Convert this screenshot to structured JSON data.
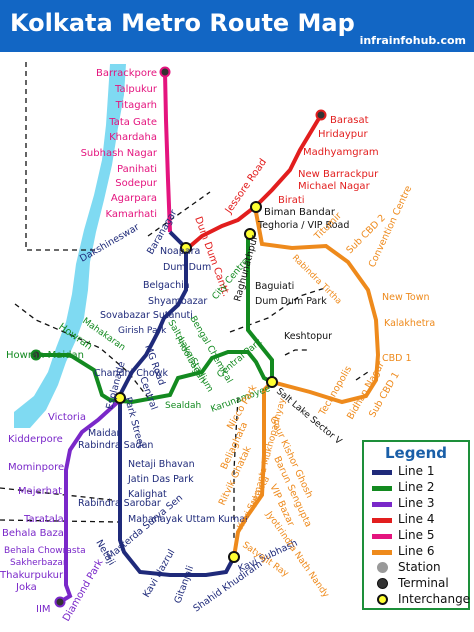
{
  "header": {
    "title": "Kolkata Metro Route Map",
    "site": "infrainfohub.com",
    "background": "#1266c4"
  },
  "colors": {
    "line1": "#1f2a7a",
    "line2": "#138a20",
    "line3": "#7a28c9",
    "line4": "#e21e1e",
    "line5": "#e4147e",
    "line6": "#ee8a1c",
    "river": "#7fdaf2"
  },
  "legend": {
    "title": "Legend",
    "items": [
      {
        "kind": "line",
        "label": "Line 1",
        "color": "#1f2a7a"
      },
      {
        "kind": "line",
        "label": "Line 2",
        "color": "#138a20"
      },
      {
        "kind": "line",
        "label": "Line 3",
        "color": "#7a28c9"
      },
      {
        "kind": "line",
        "label": "Line 4",
        "color": "#e21e1e"
      },
      {
        "kind": "line",
        "label": "Line 5",
        "color": "#e4147e"
      },
      {
        "kind": "line",
        "label": "Line 6",
        "color": "#ee8a1c"
      },
      {
        "kind": "station",
        "label": "Station"
      },
      {
        "kind": "terminal",
        "label": "Terminal"
      },
      {
        "kind": "interchange",
        "label": "Interchange"
      }
    ]
  },
  "stations": {
    "line5": [
      "Barrackpore",
      "Talpukur",
      "Titagarh",
      "Tata Gate",
      "Khardaha",
      "Subhash Nagar",
      "Panihati",
      "Sodepur",
      "Agarpara",
      "Kamarhati"
    ],
    "line4": [
      "Barasat",
      "Hridaypur",
      "Madhyamgram",
      "New Barrackpur",
      "Michael Nagar",
      "Birati",
      "Biman Bandar",
      "Jessore Road",
      "Dum Dum Cantt."
    ],
    "line1": [
      "Dakshineswar",
      "Baranagar",
      "Noapara",
      "Dum Dum",
      "Belgachia",
      "Shyambazar",
      "Sovabazar Sutanuti",
      "Girish Park",
      "MG Road",
      "Central",
      "Chandni Chowk",
      "Esplanade",
      "Park Street",
      "Maidan",
      "Rabindra Sadan",
      "Netaji Bhavan",
      "Jatin Das Park",
      "Kalighat",
      "Rabindra Sarobar",
      "Mahanayak Uttam Kumar",
      "Netaji",
      "Masterda Surya Sen",
      "Kavi Nazrul",
      "Gitanjali",
      "Shahid Khudiram",
      "Kavi Subhash"
    ],
    "line2": [
      "Howrah Maidan",
      "Howrah",
      "Mahakaran",
      "Sealdah",
      "Phoolbagan",
      "Salt Lake Stadium",
      "Bengal Chemical",
      "City Centre",
      "Central Park",
      "Karunamoyee",
      "Salt Lake Sector V"
    ],
    "line3": [
      "Joka",
      "Thakurpukur",
      "Sakherbazar",
      "Behala Chowrasta",
      "Behala Bazar",
      "Taratala",
      "Majerhat",
      "Mominpore",
      "Kidderpore",
      "Victoria",
      "IIM",
      "Diamond Park"
    ],
    "line6": [
      "Teghoria / VIP Road",
      "Raghunathpur",
      "Baguiati",
      "Dum Dum Park",
      "Keshtopur",
      "Titumir",
      "Rabindra Tirtha",
      "Sub CBD 2",
      "Convention Centre",
      "New Town",
      "Kalakhetra",
      "CBD 1",
      "Sub CBD 1",
      "Bidhan Nagar",
      "Technopolis",
      "Nicco Park",
      "Gour Kishor Ghosh",
      "Beliaghata",
      "Barun Sengupta",
      "Ritvik Ghatak",
      "VIP Bazar",
      "Hemanta Mukhopadhyay",
      "Kavi Sukanta",
      "Jyotirindra Nath Nandy",
      "Satyajit Ray"
    ]
  }
}
